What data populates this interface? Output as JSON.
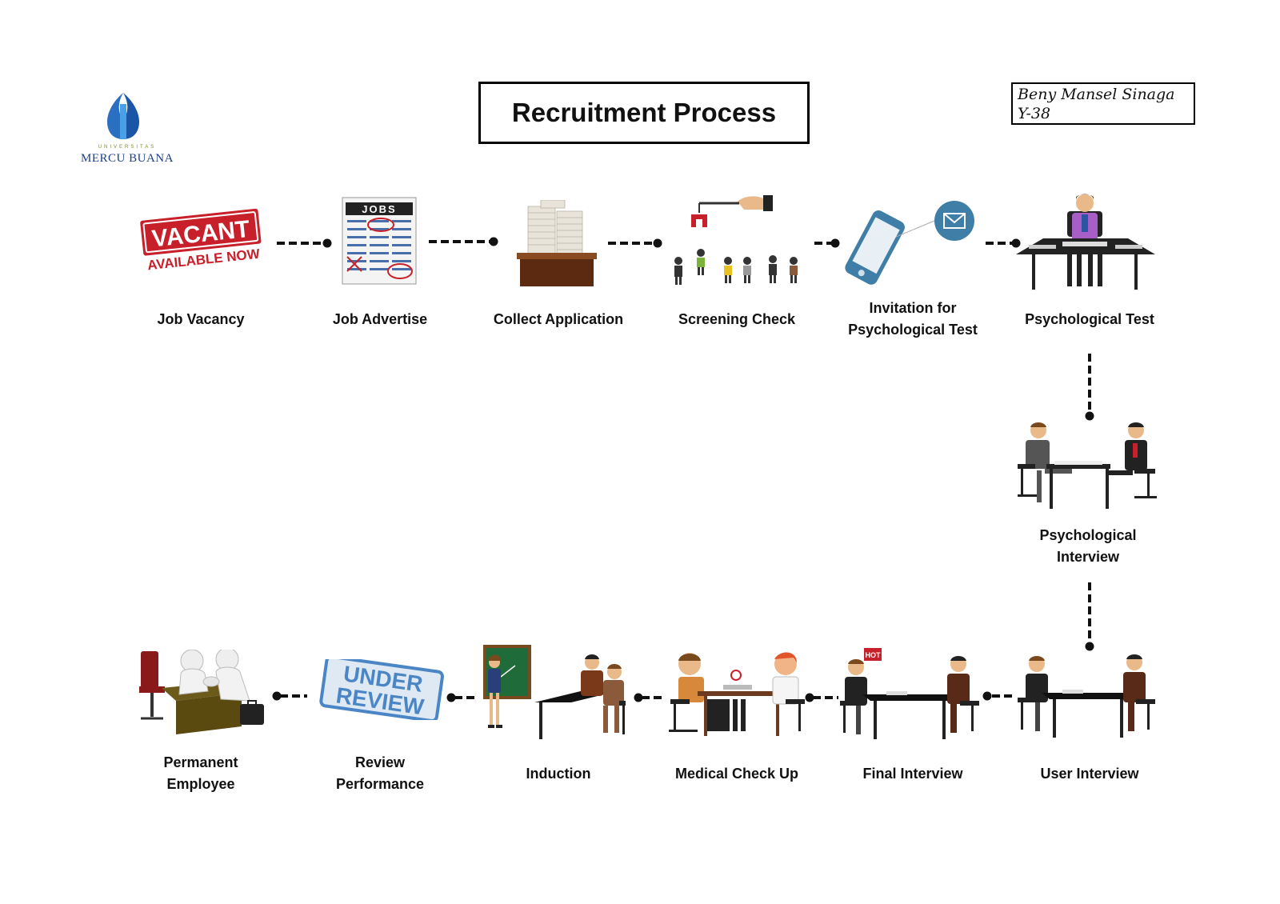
{
  "title": "Recruitment Process",
  "author": {
    "name": "Beny Mansel Sinaga",
    "code": "Y-38"
  },
  "logo": {
    "small_text": "UNIVERSITAS",
    "name": "MERCU BUANA"
  },
  "steps": [
    {
      "id": "job-vacancy",
      "label": "Job Vacancy",
      "sign_main": "VACANT",
      "sign_sub": "AVAILABLE NOW"
    },
    {
      "id": "job-advertise",
      "label": "Job Advertise",
      "paper_header": "JOBS"
    },
    {
      "id": "collect-application",
      "label": "Collect Application"
    },
    {
      "id": "screening-check",
      "label": "Screening Check"
    },
    {
      "id": "invitation",
      "label_line1": "Invitation for",
      "label_line2": "Psychological Test"
    },
    {
      "id": "psychological-test",
      "label": "Psychological Test"
    },
    {
      "id": "psychological-interview",
      "label_line1": "Psychological",
      "label_line2": "Interview"
    },
    {
      "id": "user-interview",
      "label": "User Interview"
    },
    {
      "id": "final-interview",
      "label": "Final Interview",
      "sign": "HOT"
    },
    {
      "id": "medical-check-up",
      "label": "Medical Check Up"
    },
    {
      "id": "induction",
      "label": "Induction"
    },
    {
      "id": "review-performance",
      "label_line1": "Review",
      "label_line2": "Performance",
      "stamp_line1": "UNDER",
      "stamp_line2": "REVIEW"
    },
    {
      "id": "permanent-employee",
      "label_line1": "Permanent",
      "label_line2": "Employee"
    }
  ],
  "colors": {
    "accent_red": "#c8202a",
    "stamp_blue": "#4a86c5",
    "phone_blue": "#3f7ea6",
    "board_green": "#1f6b3a",
    "desk_brown": "#6b3a1f"
  }
}
